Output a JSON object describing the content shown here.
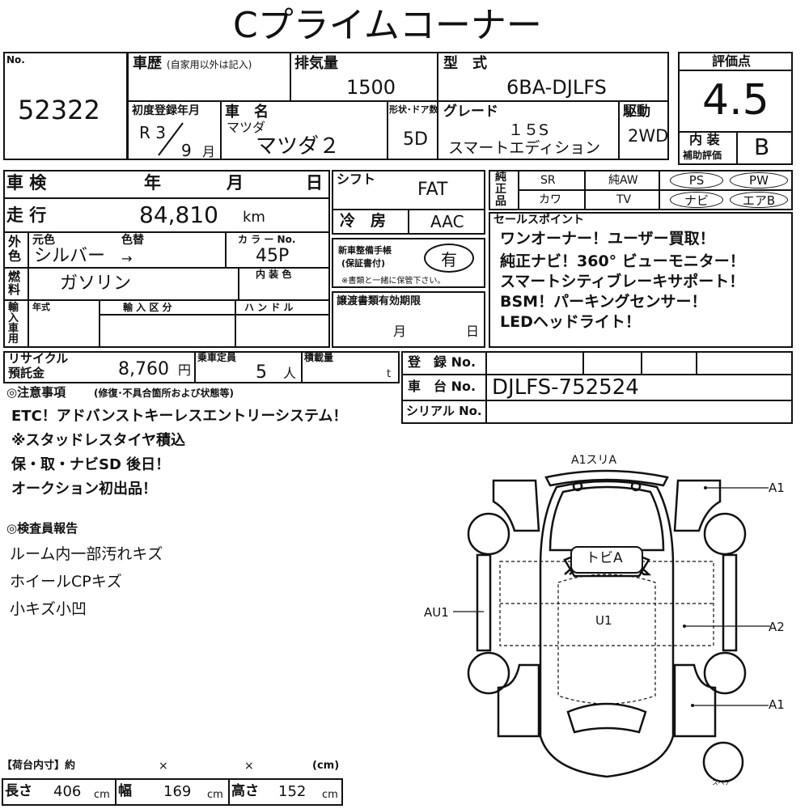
{
  "title": "Cプライムコーナー",
  "no_label": "No.",
  "lot_number": "52322",
  "history_label": "車歴",
  "history_note": "(自家用以外は記入)",
  "displacement_label": "排気量",
  "displacement": "1500",
  "model_label": "型　式",
  "model_code": "6BA-DJLFS",
  "score_label": "評価点",
  "score": "4.5",
  "interior_label": "内 装",
  "interior_sub": "補助評価",
  "interior_grade": "B",
  "first_reg_label": "初度登録年月",
  "first_reg_era": "R 3",
  "first_reg_month": "9",
  "month_unit": "月",
  "car_name_label": "車　名",
  "maker": "マツダ",
  "car_name": "マツダ２",
  "doors_label": "形状･ドア数",
  "doors": "5D",
  "grade_label": "グレード",
  "grade_line1": "１５S",
  "grade_line2": "スマートエディション",
  "drive_label": "駆動",
  "drive": "2WD",
  "inspection_label": "車 検",
  "year_label": "年",
  "month_label": "月",
  "day_label": "日",
  "mileage_label": "走 行",
  "mileage": "84,810",
  "mileage_unit": "km",
  "exterior_color_label": "外色",
  "orig_color_label": "元色",
  "repaint_label": "色替",
  "color": "シルバー",
  "arrow": "→",
  "color_no_label": "カ ラ ー No.",
  "color_no": "45P",
  "interior_color_label": "内 装 色",
  "fuel_label": "燃料",
  "fuel": "ガソリン",
  "import_label": "輸入車用",
  "year_model_label": "年式",
  "import_class_label": "輸 入 区 分",
  "handle_label": "ハ ン ド ル",
  "shift_label": "シフト",
  "shift": "FAT",
  "ac_label": "冷　房",
  "ac": "AAC",
  "service_label_1": "新車整備手帳",
  "service_label_2": "(保証書付)",
  "service_value": "有",
  "service_note": "※書類と一緒に保管下さい。",
  "transfer_label": "譲渡書類有効期限",
  "genuine_label": "純正品",
  "equipment": [
    "SR",
    "純AW",
    "PS",
    "PW",
    "カワ",
    "TV",
    "ナビ",
    "エアB"
  ],
  "sales_point_label": "セールスポイント",
  "sales_points": [
    "ワンオーナー！ユーザー買取！",
    "純正ナビ！360° ビューモニター！",
    "スマートシティブレーキサポート！",
    "BSM！パーキングセンサー！",
    "LEDヘッドライト！"
  ],
  "recycle_label_1": "リサイクル",
  "recycle_label_2": "預託金",
  "recycle_fee": "8,760",
  "yen": "円",
  "capacity_label": "乗車定員",
  "capacity": "5",
  "person_unit": "人",
  "load_label": "積載量",
  "ton_unit": "t",
  "reg_no_label": "登　録 No.",
  "chassis_label": "車　台 No.",
  "chassis_no": "DJLFS-752524",
  "serial_label": "シリアル No.",
  "notes_label": "◎注意事項",
  "notes_sub": "(修復･不具合箇所および状態等)",
  "notes": [
    "ETC！アドバンストキーレスエントリーシステム！",
    "※スタッドレスタイヤ積込",
    "保・取・ナビSD 後日！",
    "オークション初出品！"
  ],
  "inspector_label": "◎検査員報告",
  "inspector_notes": [
    "ルーム内一部汚れキズ",
    "ホイールCPキズ",
    "小キズ小凹"
  ],
  "diagram": {
    "front_label": "A1スリA",
    "hood_label": "トビA",
    "roof_label": "U1",
    "left_label": "AU1",
    "right_labels": [
      "A1",
      "A2",
      "A1"
    ],
    "spare_label": "スペア"
  },
  "cargo_label": "【荷台内寸】約",
  "cross": "×",
  "cm_unit_paren": "(cm)",
  "length_label": "長さ",
  "length": "406",
  "width_label": "幅",
  "width": "169",
  "height_label": "高さ",
  "height": "152",
  "cm": "cm"
}
